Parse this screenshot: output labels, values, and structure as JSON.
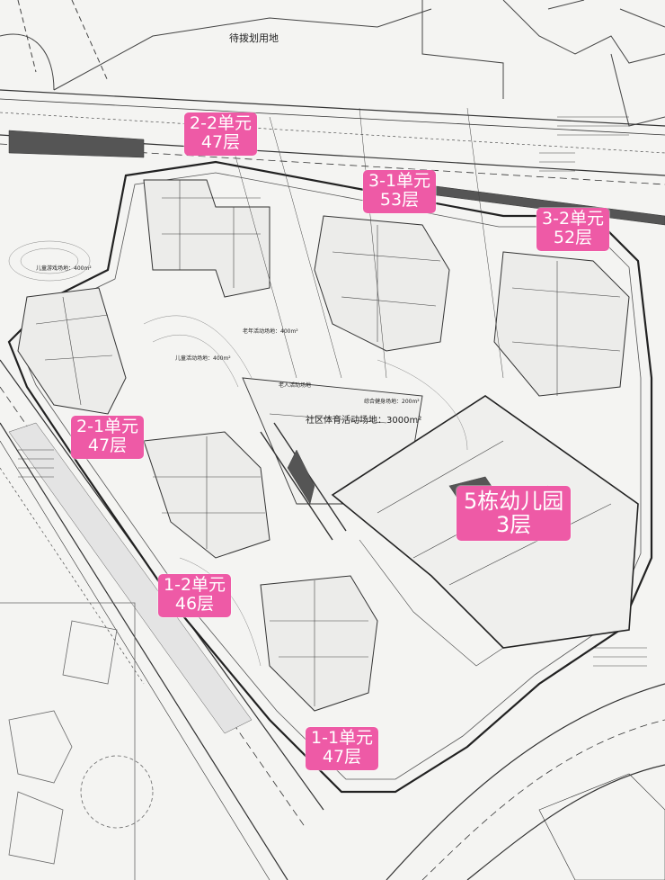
{
  "plan_labels": {
    "top_land": "待拨划用地",
    "community_sports": "社区体育活动场地：3000m²",
    "children_play": "儿童活动场地：400m²",
    "elderly_activity": "老年活动场地：400m²",
    "elderly_activity_2": "老人活动场地",
    "fitness": "综合健身场地：200m²",
    "play_area_left": "儿童游戏场地：400m²"
  },
  "units": [
    {
      "name": "2-2单元",
      "floors": "47层"
    },
    {
      "name": "3-1单元",
      "floors": "53层"
    },
    {
      "name": "3-2单元",
      "floors": "52层"
    },
    {
      "name": "2-1单元",
      "floors": "47层"
    },
    {
      "name": "1-2单元",
      "floors": "46层"
    },
    {
      "name": "1-1单元",
      "floors": "47层"
    }
  ],
  "kindergarten": {
    "name": "5栋幼儿园",
    "floors": "3层"
  },
  "colors": {
    "tag": "#ee5aa6",
    "line": "#333333",
    "paper": "#f4f4f2"
  }
}
